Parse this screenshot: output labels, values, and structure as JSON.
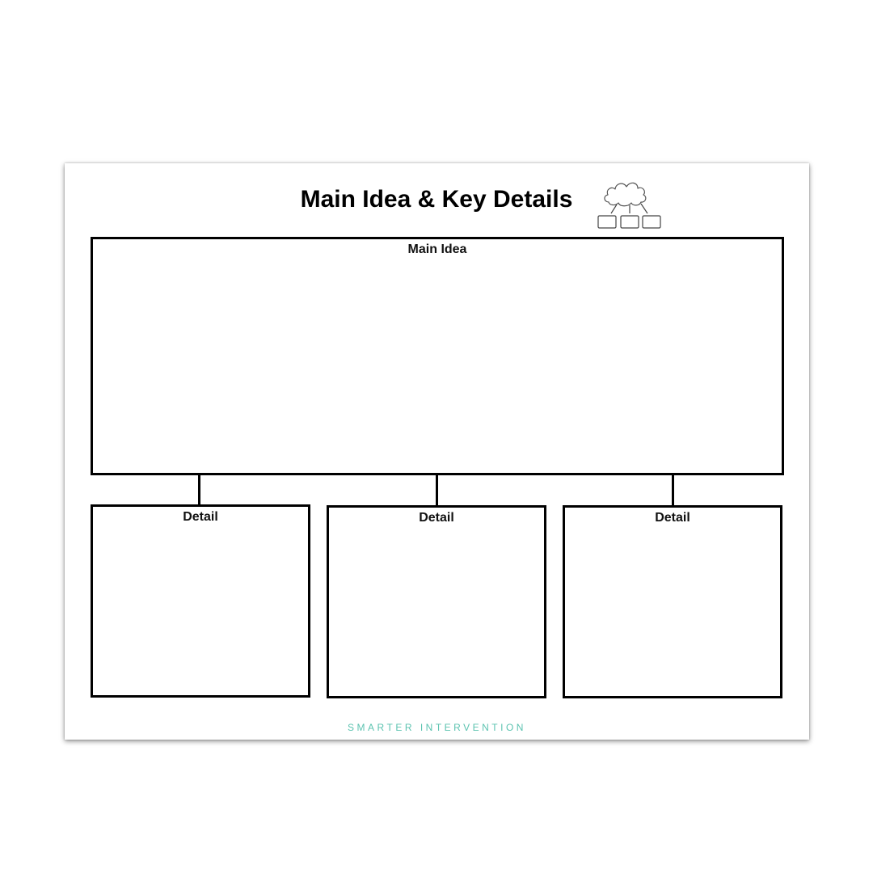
{
  "worksheet": {
    "title": "Main Idea & Key Details",
    "main_box": {
      "label": "Main Idea"
    },
    "detail_boxes": [
      {
        "label": "Detail"
      },
      {
        "label": "Detail"
      },
      {
        "label": "Detail"
      }
    ],
    "footer": "SMARTER INTERVENTION"
  },
  "icons": {
    "header_icon": "cloud-with-three-boxes-icon"
  },
  "colors": {
    "footer_text": "#5cc3b0",
    "outline": "#000000"
  }
}
